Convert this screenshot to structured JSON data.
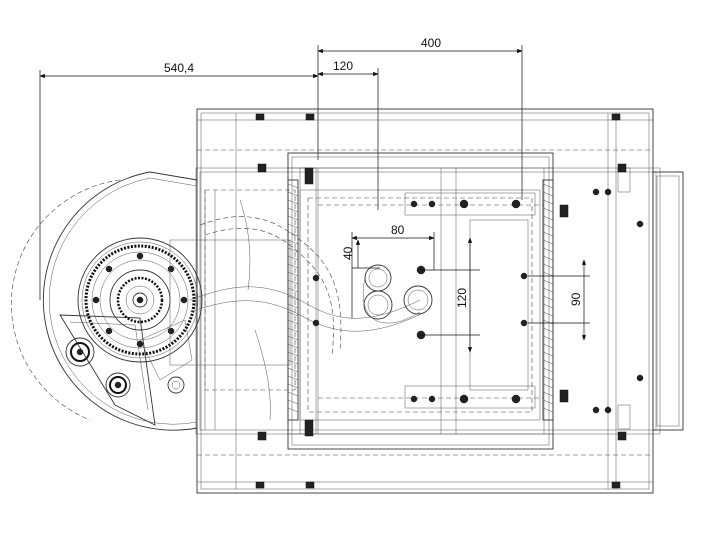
{
  "dimensions": {
    "d540": "540,4",
    "d120_top": "120",
    "d400": "400",
    "d80": "80",
    "d40": "40",
    "d120_side": "120",
    "d90": "90"
  }
}
